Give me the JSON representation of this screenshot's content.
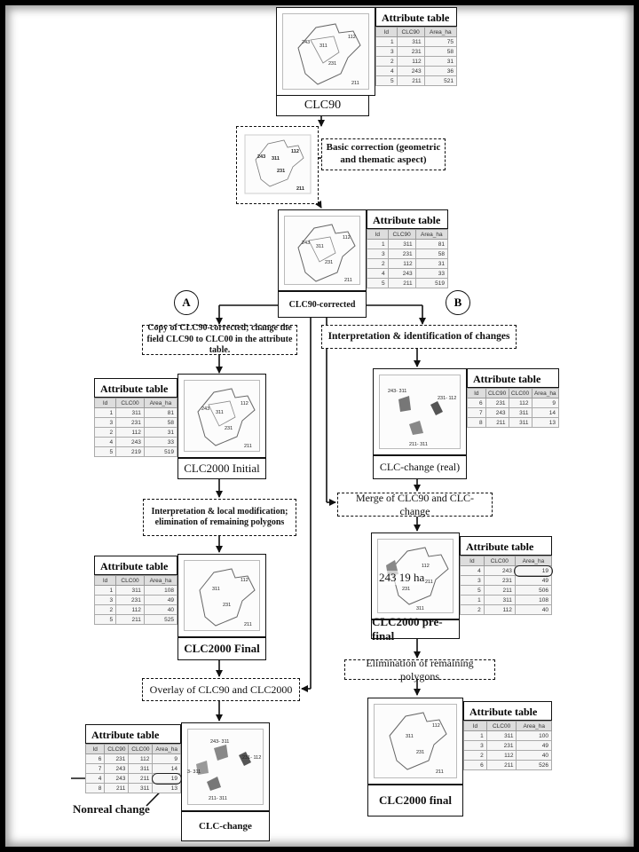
{
  "branches": {
    "a": "A",
    "b": "B"
  },
  "clc90": {
    "caption": "CLC90",
    "map_labels": [
      "243",
      "311",
      "112",
      "231",
      "211"
    ],
    "table": {
      "title": "Attribute table",
      "headers": [
        "Id",
        "CLC90",
        "Area_ha"
      ],
      "rows": [
        [
          "1",
          "311",
          "75"
        ],
        [
          "3",
          "231",
          "58"
        ],
        [
          "2",
          "112",
          "31"
        ],
        [
          "4",
          "243",
          "36"
        ],
        [
          "5",
          "211",
          "521"
        ]
      ]
    }
  },
  "correction": {
    "label": "Basic correction (geometric and thematic aspect)",
    "map_labels": [
      "243",
      "311",
      "112",
      "231",
      "211"
    ]
  },
  "clc90_corrected": {
    "caption": "CLC90-corrected",
    "map_labels": [
      "243",
      "311",
      "112",
      "231",
      "211"
    ],
    "table": {
      "title": "Attribute table",
      "headers": [
        "Id",
        "CLC90",
        "Area_ha"
      ],
      "rows": [
        [
          "1",
          "311",
          "81"
        ],
        [
          "3",
          "231",
          "58"
        ],
        [
          "2",
          "112",
          "31"
        ],
        [
          "4",
          "243",
          "33"
        ],
        [
          "5",
          "211",
          "519"
        ]
      ]
    }
  },
  "copy_step": {
    "label": "Copy of CLC90-corrected; change the field CLC90 to CLC00 in the attribute table."
  },
  "clc2000_initial": {
    "caption": "CLC2000 Initial",
    "map_labels": [
      "243",
      "311",
      "112",
      "231",
      "211"
    ],
    "table": {
      "title": "Attribute table",
      "headers": [
        "Id",
        "CLC00",
        "Area_ha"
      ],
      "rows": [
        [
          "1",
          "311",
          "81"
        ],
        [
          "3",
          "231",
          "58"
        ],
        [
          "2",
          "112",
          "31"
        ],
        [
          "4",
          "243",
          "33"
        ],
        [
          "5",
          "219",
          "519"
        ]
      ]
    }
  },
  "local_mod": {
    "label": "Interpretation & local modification; elimination of remaining polygons"
  },
  "clc2000_final_a": {
    "caption": "CLC2000 Final",
    "map_labels": [
      "311",
      "112",
      "231",
      "211"
    ],
    "table": {
      "title": "Attribute table",
      "headers": [
        "Id",
        "CLC00",
        "Area_ha"
      ],
      "rows": [
        [
          "1",
          "311",
          "108"
        ],
        [
          "3",
          "231",
          "49"
        ],
        [
          "2",
          "112",
          "40"
        ],
        [
          "5",
          "211",
          "525"
        ]
      ]
    }
  },
  "overlay": {
    "label": "Overlay of CLC90 and CLC2000"
  },
  "clc_change_a": {
    "caption": "CLC-change",
    "map_labels": [
      "243- 311",
      "231- 112",
      "3- 311",
      "211- 311"
    ],
    "table": {
      "title": "Attribute table",
      "headers": [
        "Id",
        "CLC90",
        "CLC00",
        "Area_ha"
      ],
      "rows": [
        [
          "6",
          "231",
          "112",
          "9"
        ],
        [
          "7",
          "243",
          "311",
          "14"
        ],
        [
          "4",
          "243",
          "211",
          "19"
        ],
        [
          "8",
          "211",
          "311",
          "13"
        ]
      ]
    }
  },
  "nonreal": {
    "label": "Nonreal change"
  },
  "interp_b": {
    "label": "Interpretation & identification of changes"
  },
  "clc_change_real": {
    "caption": "CLC-change (real)",
    "map_labels": [
      "243- 311",
      "231- 112",
      "211- 311"
    ],
    "table": {
      "title": "Attribute table",
      "headers": [
        "Id",
        "CLC90",
        "CLC00",
        "Area_ha"
      ],
      "rows": [
        [
          "6",
          "231",
          "112",
          "9"
        ],
        [
          "7",
          "243",
          "311",
          "14"
        ],
        [
          "8",
          "211",
          "311",
          "13"
        ]
      ]
    }
  },
  "merge": {
    "label": "Merge of CLC90 and CLC-change"
  },
  "clc2000_prefinal": {
    "caption": "CLC2000 pre-final",
    "map_labels": [
      "112",
      "211",
      "231",
      "311"
    ],
    "overlay_text": "243 19 ha",
    "table": {
      "title": "Attribute table",
      "headers": [
        "Id",
        "CLC00",
        "Area_ha"
      ],
      "rows": [
        [
          "4",
          "243",
          "19"
        ],
        [
          "3",
          "231",
          "49"
        ],
        [
          "5",
          "211",
          "506"
        ],
        [
          "1",
          "311",
          "108"
        ],
        [
          "2",
          "112",
          "40"
        ]
      ]
    }
  },
  "elim_b": {
    "label": "Elimination of remaining polygons"
  },
  "clc2000_final_b": {
    "caption": "CLC2000 final",
    "map_labels": [
      "311",
      "112",
      "231",
      "211"
    ],
    "table": {
      "title": "Attribute table",
      "headers": [
        "Id",
        "CLC00",
        "Area_ha"
      ],
      "rows": [
        [
          "1",
          "311",
          "100"
        ],
        [
          "3",
          "231",
          "49"
        ],
        [
          "2",
          "112",
          "40"
        ],
        [
          "6",
          "211",
          "526"
        ]
      ]
    }
  }
}
